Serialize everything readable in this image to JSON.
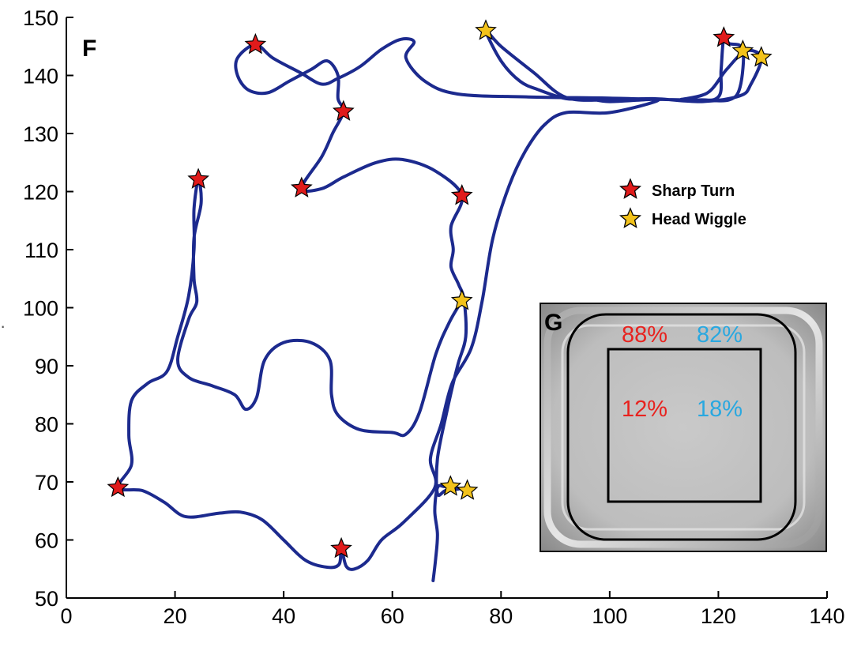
{
  "panel_f_label": "F",
  "panel_g_label": "G",
  "colors": {
    "track": "#1c2a8e",
    "sharp_turn": "#e01b1b",
    "head_wiggle": "#f2c21b",
    "pct_red": "#e8231f",
    "pct_blue": "#29a8e0"
  },
  "chart_data": {
    "type": "line",
    "xlim": [
      0,
      140
    ],
    "ylim": [
      50,
      150
    ],
    "x_ticks": [
      0,
      20,
      40,
      60,
      80,
      100,
      120,
      140
    ],
    "y_ticks": [
      50,
      60,
      70,
      80,
      90,
      100,
      110,
      120,
      130,
      140,
      150
    ],
    "grid": false,
    "legend_position": "upper-right",
    "track": [
      [
        67.5,
        53
      ],
      [
        68,
        57
      ],
      [
        68.3,
        61
      ],
      [
        67.8,
        65
      ],
      [
        68.3,
        69
      ],
      [
        69.5,
        69.2
      ],
      [
        70.7,
        69.2
      ],
      [
        72.3,
        68.8
      ],
      [
        69.8,
        68.5
      ],
      [
        68.3,
        68
      ],
      [
        68.3,
        74
      ],
      [
        70,
        82
      ],
      [
        72,
        90
      ],
      [
        73.5,
        95
      ],
      [
        73.2,
        101.3
      ],
      [
        72.2,
        104
      ],
      [
        70.8,
        107
      ],
      [
        71.2,
        110
      ],
      [
        70.8,
        114
      ],
      [
        72.8,
        119.3
      ],
      [
        68,
        123.5
      ],
      [
        62,
        125.5
      ],
      [
        57,
        125
      ],
      [
        51,
        122.5
      ],
      [
        47,
        120.5
      ],
      [
        43.3,
        120.6
      ],
      [
        47,
        126
      ],
      [
        49,
        130
      ],
      [
        51,
        133.8
      ],
      [
        50,
        136
      ],
      [
        50,
        140
      ],
      [
        48,
        142.5
      ],
      [
        45,
        141
      ],
      [
        41,
        139
      ],
      [
        37,
        137
      ],
      [
        33.5,
        137.5
      ],
      [
        31.5,
        140
      ],
      [
        31.5,
        143
      ],
      [
        34.8,
        145.3
      ],
      [
        38,
        143
      ],
      [
        43,
        140.5
      ],
      [
        47,
        138.5
      ],
      [
        50,
        139.5
      ],
      [
        54,
        141.5
      ],
      [
        58,
        144.5
      ],
      [
        61.5,
        146.2
      ],
      [
        64,
        145.8
      ],
      [
        62.5,
        143
      ],
      [
        66,
        139
      ],
      [
        72,
        136.8
      ],
      [
        85,
        136.3
      ],
      [
        100,
        136.1
      ],
      [
        115,
        135.8
      ],
      [
        120,
        136.3
      ],
      [
        120.5,
        141
      ],
      [
        121,
        146.5
      ],
      [
        122,
        145.5
      ],
      [
        124.5,
        144.5
      ],
      [
        124,
        138
      ],
      [
        122,
        135.8
      ],
      [
        117,
        135.8
      ],
      [
        113,
        135.8
      ],
      [
        118,
        137
      ],
      [
        121.5,
        141
      ],
      [
        125,
        144.2
      ],
      [
        127.9,
        143.1
      ],
      [
        126,
        138.5
      ],
      [
        124,
        136.5
      ],
      [
        117,
        135.5
      ],
      [
        108,
        136
      ],
      [
        100,
        135.8
      ],
      [
        92,
        136.2
      ],
      [
        86,
        140.5
      ],
      [
        80,
        145
      ],
      [
        77.2,
        147.7
      ],
      [
        80,
        142.5
      ],
      [
        83.5,
        139
      ],
      [
        87,
        137.5
      ],
      [
        92,
        136
      ],
      [
        96,
        136
      ],
      [
        100,
        135.5
      ],
      [
        109,
        135.8
      ],
      [
        100,
        133.6
      ],
      [
        92,
        133.6
      ],
      [
        88,
        131.5
      ],
      [
        84.5,
        127
      ],
      [
        81.5,
        121
      ],
      [
        78.5,
        112
      ],
      [
        76.5,
        101
      ],
      [
        74.5,
        93
      ],
      [
        71,
        87
      ],
      [
        69,
        80
      ],
      [
        67,
        74
      ],
      [
        67.8,
        69
      ],
      [
        62,
        63
      ],
      [
        58,
        60
      ],
      [
        55.5,
        56.5
      ],
      [
        53,
        55
      ],
      [
        51.5,
        55.5
      ],
      [
        50.6,
        58.5
      ],
      [
        50.2,
        55.8
      ],
      [
        48,
        55.3
      ],
      [
        44,
        56.5
      ],
      [
        40,
        60
      ],
      [
        36,
        63.5
      ],
      [
        32,
        64.8
      ],
      [
        28,
        64.6
      ],
      [
        22,
        64
      ],
      [
        18,
        66.5
      ],
      [
        14,
        68.5
      ],
      [
        9.5,
        69
      ],
      [
        12,
        73
      ],
      [
        11.5,
        78
      ],
      [
        12,
        84
      ],
      [
        15,
        87
      ],
      [
        18.5,
        89
      ],
      [
        20.5,
        95
      ],
      [
        22.5,
        102
      ],
      [
        23.5,
        110
      ],
      [
        23.5,
        117
      ],
      [
        24.3,
        122.1
      ],
      [
        24.8,
        118
      ],
      [
        23.5,
        112
      ],
      [
        23.5,
        105
      ],
      [
        24,
        101
      ],
      [
        22.5,
        98
      ],
      [
        20.5,
        91
      ],
      [
        22.5,
        88
      ],
      [
        27,
        86.5
      ],
      [
        31,
        85
      ],
      [
        33,
        82.5
      ],
      [
        35,
        84.5
      ],
      [
        36.5,
        91
      ],
      [
        40,
        94
      ],
      [
        45,
        94
      ],
      [
        48.5,
        91
      ],
      [
        48.8,
        85
      ],
      [
        50,
        81.5
      ],
      [
        54,
        79
      ],
      [
        60,
        78.5
      ],
      [
        62.5,
        78.2
      ],
      [
        65,
        82
      ],
      [
        68,
        92
      ],
      [
        70.5,
        97.5
      ],
      [
        72.8,
        101.2
      ]
    ],
    "sharp_turns": [
      [
        34.8,
        145.3
      ],
      [
        51,
        133.8
      ],
      [
        43.3,
        120.6
      ],
      [
        72.8,
        119.3
      ],
      [
        24.3,
        122.1
      ],
      [
        9.5,
        69
      ],
      [
        50.6,
        58.5
      ],
      [
        121,
        146.5
      ]
    ],
    "head_wiggles": [
      [
        77.2,
        147.7
      ],
      [
        124.5,
        144.2
      ],
      [
        127.9,
        143.1
      ],
      [
        72.8,
        101.2
      ],
      [
        70.7,
        69.2
      ],
      [
        73.8,
        68.5
      ]
    ],
    "legend": [
      {
        "label": "Sharp Turn",
        "marker": "sharp_turn"
      },
      {
        "label": "Head Wiggle",
        "marker": "head_wiggle"
      }
    ],
    "inset": {
      "outer_left": "88%",
      "outer_right": "82%",
      "inner_left": "12%",
      "inner_right": "18%"
    }
  }
}
